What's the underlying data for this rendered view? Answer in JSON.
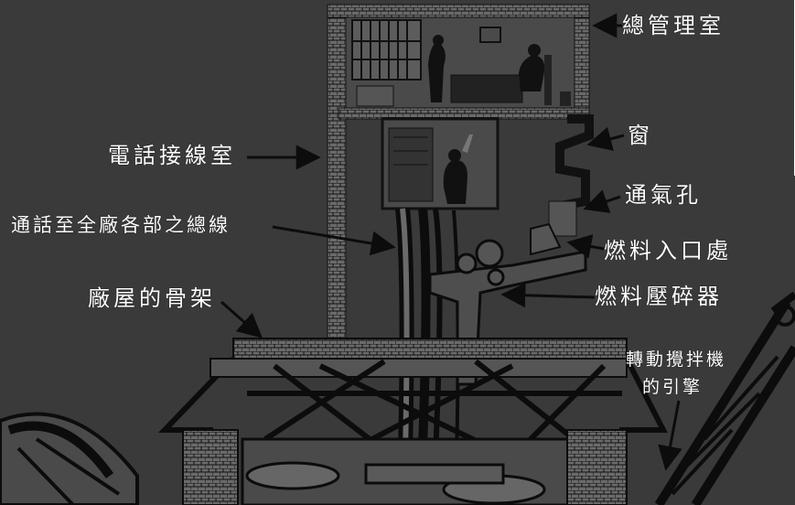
{
  "labels": {
    "general_manager_office": "總管理室",
    "window": "窗",
    "telephone_switchboard_room": "電話接線室",
    "vent": "通氣孔",
    "trunk_line": "通話至全廠各部之總線",
    "fuel_inlet": "燃料入口處",
    "factory_frame": "廠屋的骨架",
    "fuel_crusher": "燃料壓碎器",
    "crane_engine_line1": "轉動攪拌機",
    "crane_engine_line2": "的引擎"
  },
  "colors": {
    "background": "#3a3a3a",
    "ink": "#0c0c0c",
    "label_text": "#ffffff",
    "wall_fill": "#5a5a5a"
  }
}
